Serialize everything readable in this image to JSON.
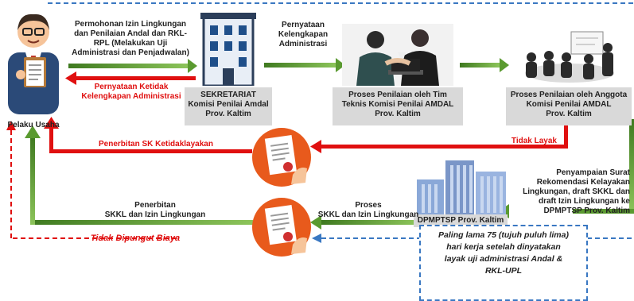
{
  "nodes": {
    "pelaku": "Pelaku Usaha",
    "sekretariat": "SEKRETARIAT\nKomisi Penilai Amdal\nProv. Kaltim",
    "tim": "Proses Penilaian oleh Tim\nTeknis Komisi Penilai AMDAL\nProv. Kaltim",
    "anggota": "Proses Penilaian oleh Anggota\nKomisi Penilai AMDAL\nProv. Kaltim",
    "dpmptsp": "DPMPTSP Prov. Kaltim"
  },
  "labels": {
    "permohonan": "Permohonan Izin Lingkungan\ndan Penilaian Andal dan RKL-\nRPL (Melakukan Uji\nAdministrasi dan Penjadwalan)",
    "pernyataan_kelengkapan": "Pernyataan\nKelengkapan\nAdministrasi",
    "pernyataan_ketidak": "Pernyataan Ketidak\nKelengkapan Administrasi",
    "penerbitan_sk": "Penerbitan SK Ketidaklayakan",
    "tidak_layak": "Tidak Layak",
    "penyampaian": "Penyampaian Surat\nRekomendasi Kelayakan\nLingkungan, draft SKKL dan\ndraft Izin Lingkungan ke\nDPMPTSP Prov. Kaltim",
    "proses_skkl": "Proses\nSKKL dan Izin Lingkungan",
    "penerbitan_skkl": "Penerbitan\nSKKL dan Izin Lingkungan",
    "tidak_dipungut": "Tidak Dipungut Biaya",
    "paling_lama": "Paling lama 75 (tujuh puluh lima)\nhari kerja setelah dinyatakan\nlayak uji administrasi Andal &\nRKL-UPL"
  },
  "colors": {
    "green": "#5a9a30",
    "red": "#e01010",
    "blue_dash": "#3a78c2",
    "grey_box": "#d9d9d9"
  }
}
